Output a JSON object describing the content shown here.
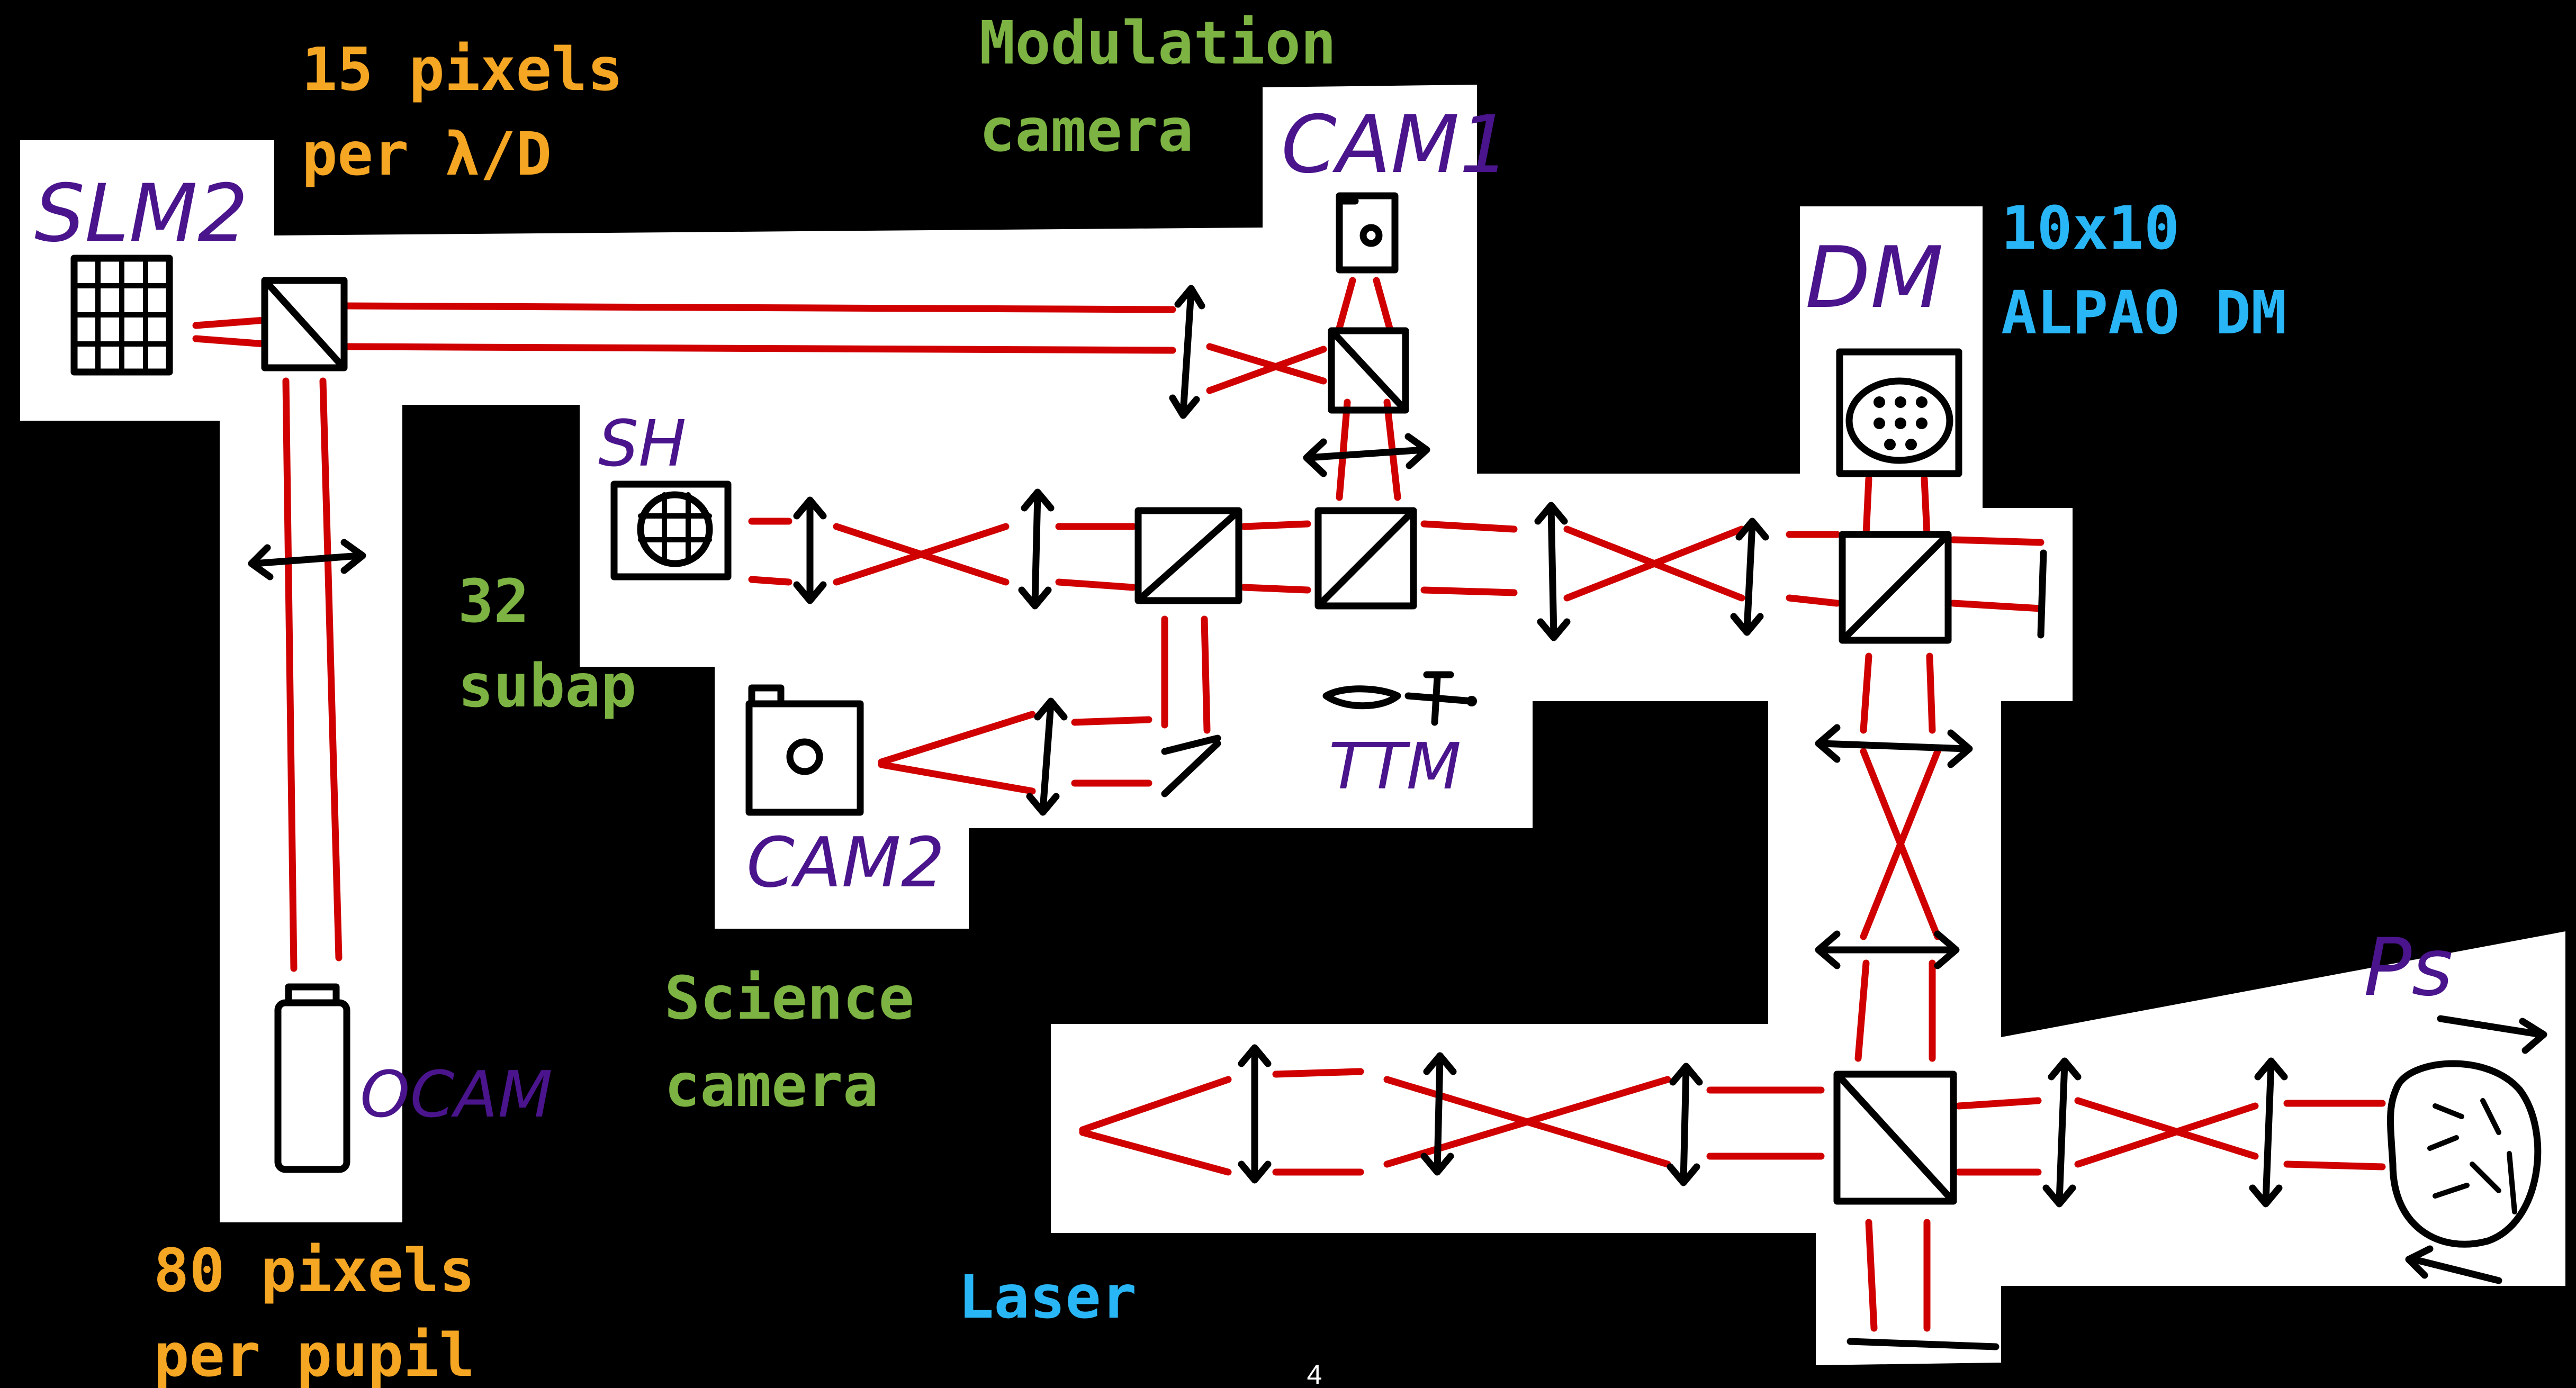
{
  "labels": {
    "slm": "SLM2",
    "cam1": "CAM1",
    "dm": "DM",
    "sh": "SH",
    "ttm": "TTM",
    "cam2": "CAM2",
    "ocam": "OCAM",
    "ps": "Ps",
    "pixels_lambda_line1": "15 pixels",
    "pixels_lambda_line2": "per λ/D",
    "modulation_line1": "Modulation",
    "modulation_line2": "camera",
    "alpao_line1": "10x10",
    "alpao_line2": "ALPAO DM",
    "subap_line1": "32",
    "subap_line2": "subap",
    "science_line1": "Science",
    "science_line2": "camera",
    "pupil_line1": "80 pixels",
    "pupil_line2": "per pupil",
    "laser": "Laser",
    "page_number": "4"
  },
  "colors": {
    "background": "#000000",
    "panel": "#ffffff",
    "beam": "#d00000",
    "orange": "#f5a623",
    "green": "#7cb342",
    "blue": "#29b6f6",
    "purple": "#4a148c"
  }
}
